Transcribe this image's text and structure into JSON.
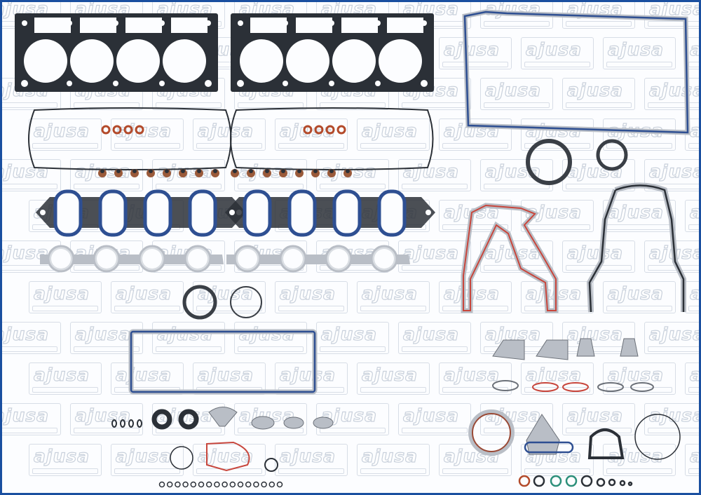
{
  "image": {
    "description": "Engine full gasket set product photo",
    "brand_watermark": "ajusa",
    "border_color": "#1a4fa0",
    "background_color": "#fcfdff"
  },
  "watermark": {
    "text": "ajusa",
    "rows": 12,
    "cols": 9
  },
  "parts": {
    "cylinder_head_gaskets": 2,
    "valve_cover_gaskets": 2,
    "spark_plug_tube_seals": 8,
    "valve_stem_seals": 16,
    "intake_manifold_gaskets": 2,
    "exhaust_manifold_gaskets": 2,
    "oil_pan_gasket": 1,
    "crankshaft_seals": 2,
    "front_cover_gasket": 1,
    "rear_cover_gasket": 1,
    "valley_cover_gasket": 1,
    "misc_o_rings": 17
  },
  "colors": {
    "steel_black": "#2b3037",
    "steel_gray": "#b9bec6",
    "blue_bead": "#2e4f92",
    "copper_seal": "#b34a2a",
    "red_bead": "#c8463c",
    "green_ring": "#2c8f7a"
  }
}
